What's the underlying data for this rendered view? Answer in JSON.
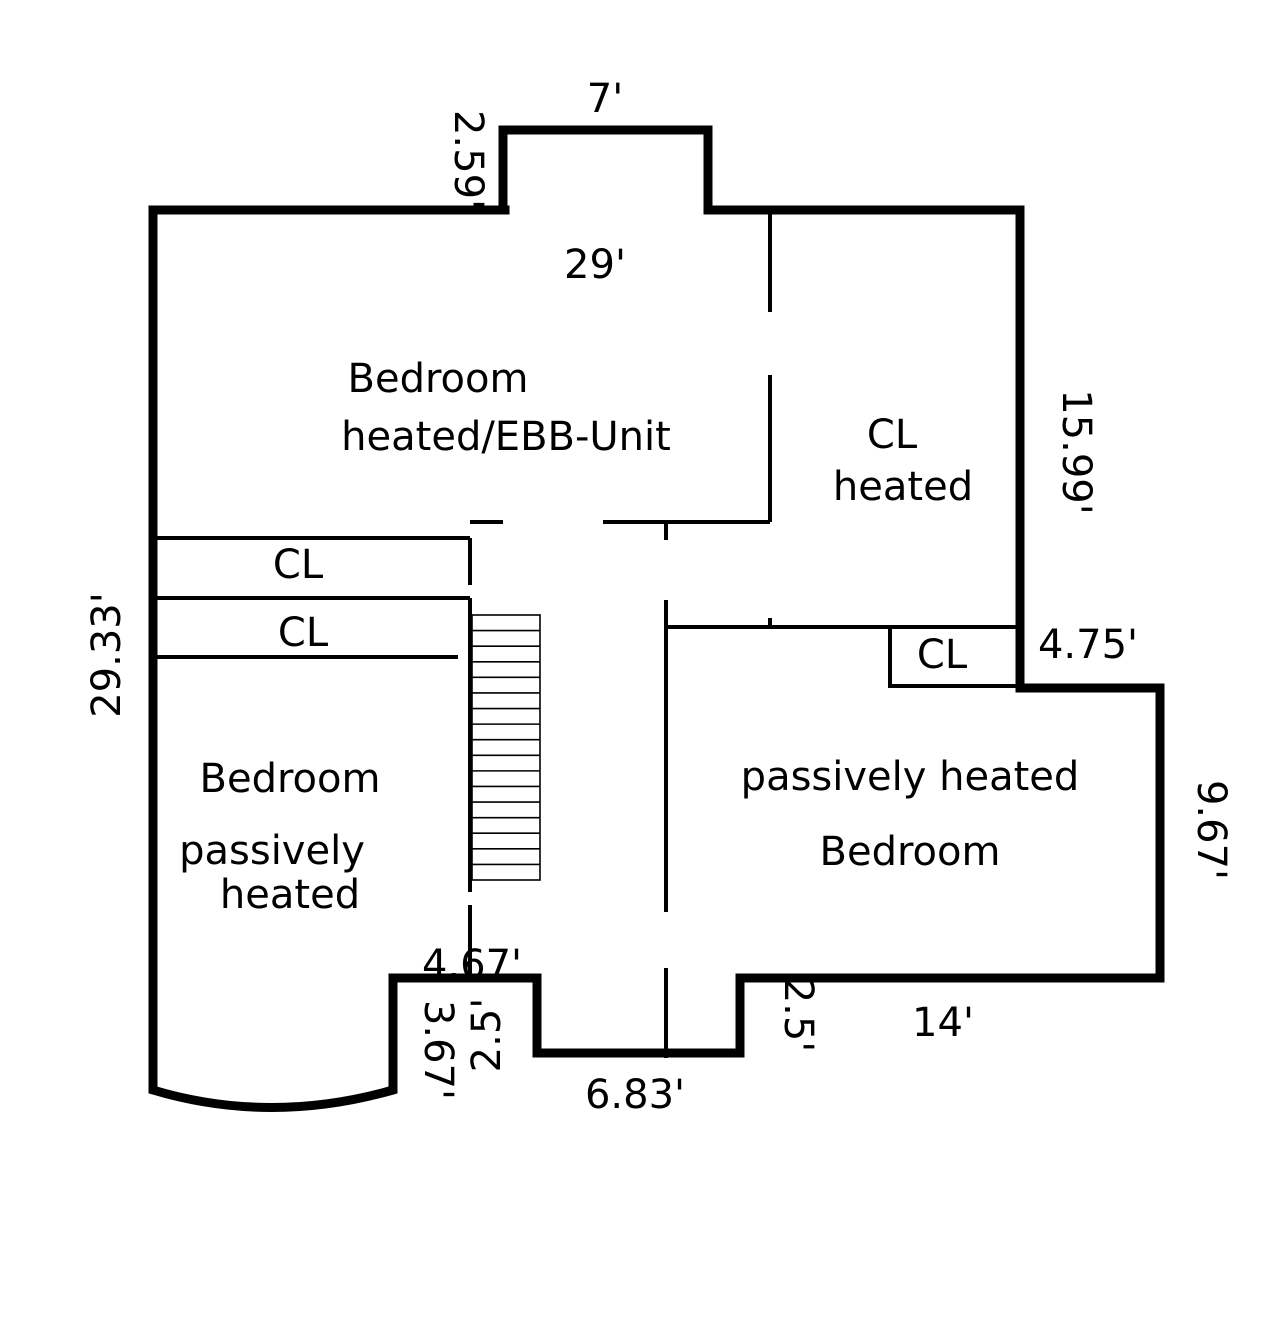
{
  "rooms": {
    "top_bedroom": {
      "name": "Bedroom",
      "note": "heated/EBB-Unit"
    },
    "top_right_closet": {
      "name": "CL",
      "note": "heated"
    },
    "closet_upper_left": {
      "name": "CL"
    },
    "closet_middle_left": {
      "name": "CL"
    },
    "closet_small_right": {
      "name": "CL"
    },
    "left_bedroom": {
      "name": "Bedroom",
      "note_line1": "passively",
      "note_line2": "heated"
    },
    "right_bedroom": {
      "note": "passively heated",
      "name": "Bedroom"
    }
  },
  "dimensions": {
    "bay_top_width": "7'",
    "bay_top_depth": "2.59'",
    "top_span": "29'",
    "right_upper_height": "15.99'",
    "left_height": "29.33'",
    "right_step": "4.75'",
    "right_lower_height": "9.67'",
    "bottom_right_width": "14'",
    "bottom_bay_width": "6.83'",
    "bottom_bay_left_depth": "2.5'",
    "bottom_bay_right_depth": "2.5'",
    "bottom_step": "4.67'",
    "bottom_left_notch": "3.67'"
  }
}
